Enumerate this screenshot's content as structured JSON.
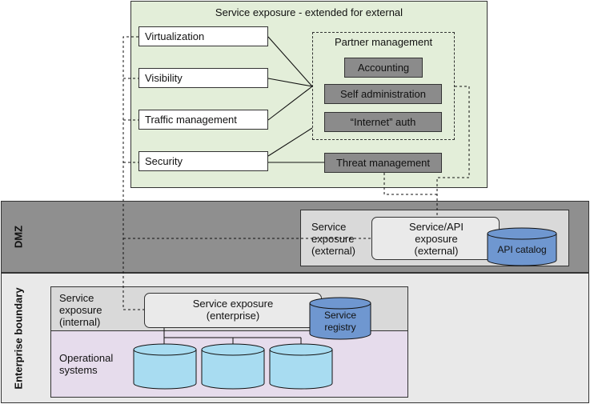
{
  "external": {
    "title": "Service exposure - extended for external",
    "features": [
      "Virtualization",
      "Visibility",
      "Traffic management",
      "Security"
    ],
    "partner_management": {
      "title": "Partner management",
      "items": [
        "Accounting",
        "Self administration",
        "“Internet” auth"
      ]
    },
    "threat_management": "Threat management"
  },
  "dmz": {
    "label": "DMZ",
    "service_exposure_external": [
      "Service",
      "exposure",
      "(external)"
    ],
    "service_api_exposure": [
      "Service/API",
      "exposure",
      "(external)"
    ],
    "api_catalog": "API catalog"
  },
  "enterprise": {
    "label": "Enterprise boundary",
    "service_exposure_internal": [
      "Service",
      "exposure",
      "(internal)"
    ],
    "service_exposure_enterprise": [
      "Service exposure",
      "(enterprise)"
    ],
    "service_registry": [
      "Service",
      "registry"
    ],
    "operational_systems": [
      "Operational",
      "systems"
    ]
  },
  "colors": {
    "green_panel": "#e3eed9",
    "gray_box": "#8b8b8b",
    "dmz_band": "#8f8f8f",
    "db_blue": "#6f97d0",
    "db_cyan": "#a8dcf1",
    "purple_area": "#e6dcec"
  }
}
